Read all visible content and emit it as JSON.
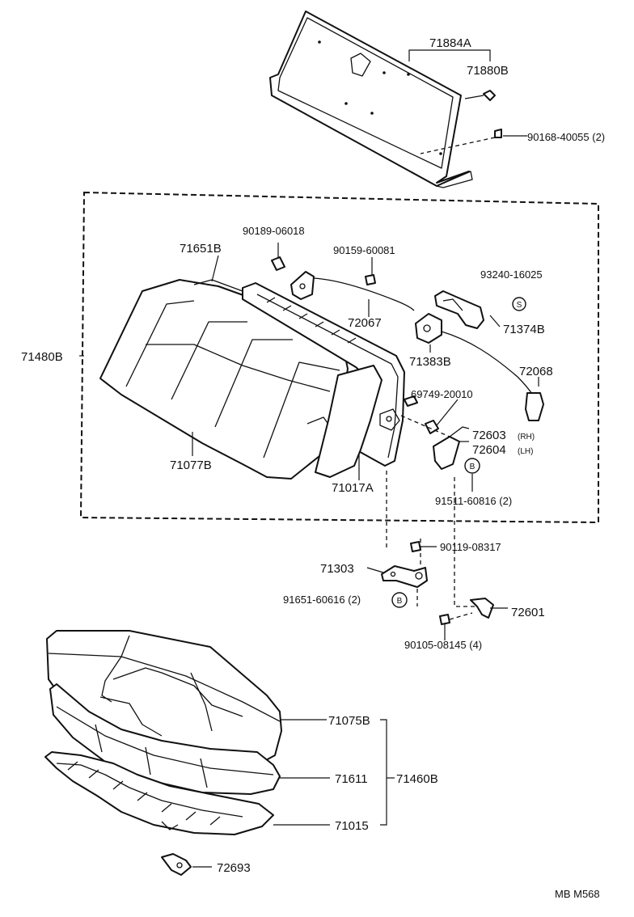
{
  "diagram_code": "MB M568",
  "part_labels": {
    "p71884A": "71884A",
    "p71880B": "71880B",
    "p90168": "90168-40055 (2)",
    "p90189": "90189-06018",
    "p71651B": "71651B",
    "p90159": "90159-60081",
    "p93240": "93240-16025",
    "p71374B": "71374B",
    "p72067": "72067",
    "p71383B": "71383B",
    "p71480B": "71480B",
    "p72068": "72068",
    "p69749": "69749-20010",
    "p72603": "72603",
    "p72603_side": "(RH)",
    "p72604": "72604",
    "p72604_side": "(LH)",
    "p71077B": "71077B",
    "p71017A": "71017A",
    "p91511": "91511-60816 (2)",
    "p90119": "90119-08317",
    "p71303": "71303",
    "p91651": "91651-60616 (2)",
    "p72601": "72601",
    "p90105": "90105-08145 (4)",
    "p71075B": "71075B",
    "p71611": "71611",
    "p71460B": "71460B",
    "p71015": "71015",
    "p72693": "72693"
  },
  "symbols": {
    "s_mark": "S",
    "b_mark": "B"
  },
  "icons": [
    "rear-seat-back-panel",
    "seat-back-cushion",
    "seat-back-frame",
    "seat-lock-striker",
    "seat-lock-cable",
    "hinge-bracket",
    "seat-cushion-cover",
    "seat-cushion-pad",
    "seat-cushion-frame",
    "clip",
    "bolt",
    "screw"
  ]
}
